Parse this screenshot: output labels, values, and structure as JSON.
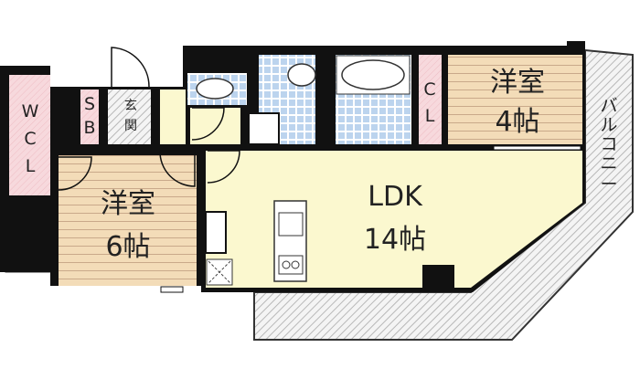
{
  "rooms": {
    "wcl": {
      "chars": [
        "W",
        "C",
        "L"
      ]
    },
    "sb": {
      "chars": [
        "S",
        "B"
      ]
    },
    "genkan": {
      "chars": [
        "玄",
        "関"
      ]
    },
    "cl": {
      "chars": [
        "C",
        "L"
      ]
    },
    "western_room_6": {
      "name": "洋室",
      "size": "6帖"
    },
    "western_room_4": {
      "name": "洋室",
      "size": "4帖"
    },
    "ldk": {
      "name": "LDK",
      "size": "14帖"
    },
    "balcony": {
      "chars": [
        "バ",
        "ル",
        "コ",
        "ニ",
        "ー"
      ]
    }
  },
  "colors": {
    "wall": "#111111",
    "closet": "#f5d6da",
    "floor_wood": "#f3dcb8",
    "ldk": "#fbf8cf",
    "tile": "#c9dcf2",
    "hatch": "#d8d8d8"
  }
}
